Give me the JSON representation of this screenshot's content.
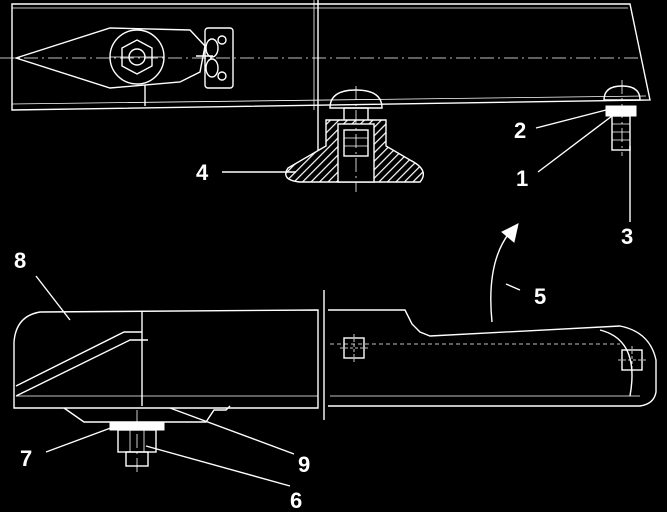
{
  "callouts": [
    {
      "id": "1",
      "text": "1"
    },
    {
      "id": "2",
      "text": "2"
    },
    {
      "id": "3",
      "text": "3"
    },
    {
      "id": "4",
      "text": "4"
    },
    {
      "id": "5",
      "text": "5"
    },
    {
      "id": "6",
      "text": "6"
    },
    {
      "id": "7",
      "text": "7"
    },
    {
      "id": "8",
      "text": "8"
    },
    {
      "id": "9",
      "text": "9"
    }
  ],
  "colors": {
    "background": "#000000",
    "linework": "#ffffff"
  }
}
